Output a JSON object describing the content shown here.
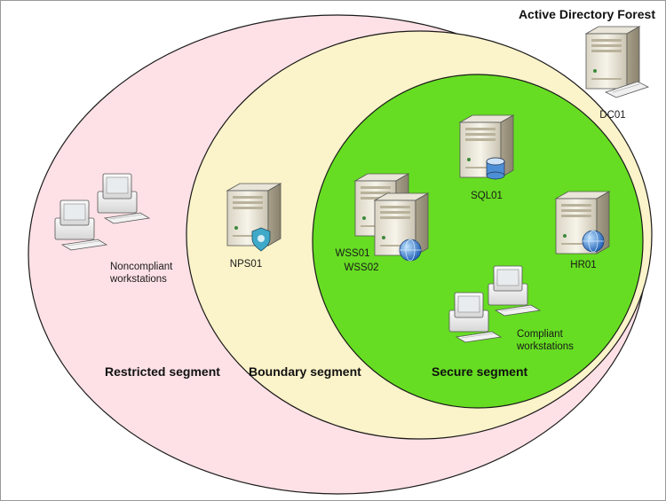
{
  "forest": {
    "title": "Active Directory Forest"
  },
  "segments": {
    "restricted": "Restricted segment",
    "boundary": "Boundary segment",
    "secure": "Secure segment"
  },
  "nodes": {
    "dc01": "DC01",
    "sql01": "SQL01",
    "nps01": "NPS01",
    "wss01": "WSS01",
    "wss02": "WSS02",
    "hr01": "HR01",
    "noncompliant": [
      "Noncompliant",
      "workstations"
    ],
    "compliant": [
      "Compliant",
      "workstations"
    ]
  },
  "colors": {
    "forest_bg": "#ffffff",
    "restricted": "#fde1e6",
    "boundary": "#fbf3c9",
    "secure": "#66dd22",
    "outline": "#1a1a1a"
  }
}
